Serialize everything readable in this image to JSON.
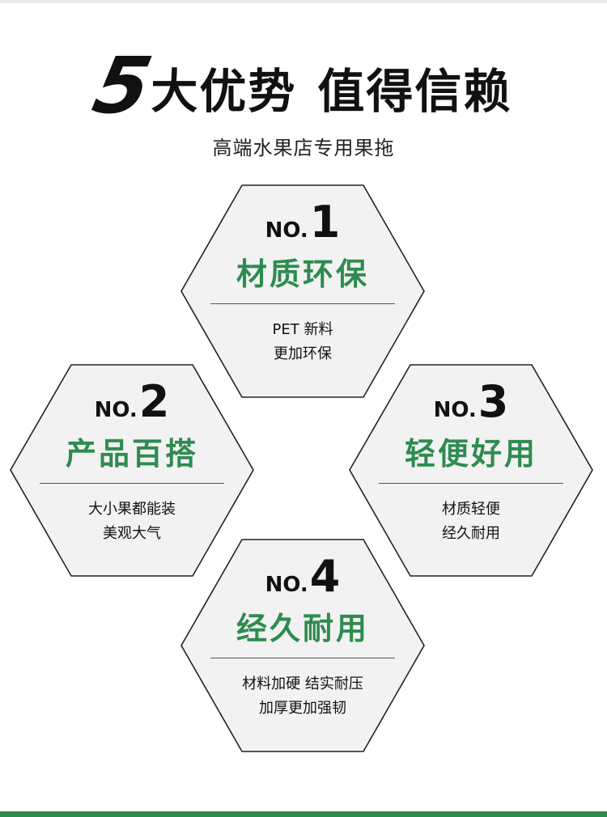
{
  "colors": {
    "accent_green": "#2e8b4f",
    "hex_fill": "#f2f2f2",
    "hex_stroke": "#222222"
  },
  "header": {
    "number": "5",
    "title_part1": "大优势",
    "title_part2": "值得信赖",
    "subtitle": "高端水果店专用果拖"
  },
  "advantages": [
    {
      "prefix": "NO.",
      "number": "1",
      "heading": "材质环保",
      "lines": [
        "PET 新料",
        "更加环保"
      ]
    },
    {
      "prefix": "NO.",
      "number": "2",
      "heading": "产品百搭",
      "lines": [
        "大小果都能装",
        "美观大气"
      ]
    },
    {
      "prefix": "NO.",
      "number": "3",
      "heading": "轻便好用",
      "lines": [
        "材质轻便",
        "经久耐用"
      ]
    },
    {
      "prefix": "NO.",
      "number": "4",
      "heading": "经久耐用",
      "lines": [
        "材料加硬  结实耐压",
        "加厚更加强韧"
      ]
    }
  ]
}
